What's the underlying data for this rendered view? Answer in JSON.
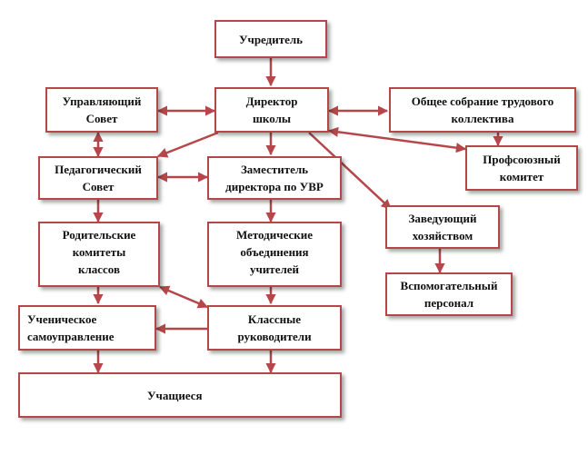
{
  "colors": {
    "border": "#b5474b",
    "arrow": "#b5474b",
    "background": "#ffffff"
  },
  "nodes": {
    "founder": "Учредитель",
    "director": "Директор\nшколы",
    "managing_council": "Управляющий\nСовет",
    "general_meeting": "Общее собрание трудового\nколлектива",
    "union_committee": "Профсоюзный\nкомитет",
    "pedagogical_council": "Педагогический\nСовет",
    "deputy_director": "Заместитель\nдиректора по УВР",
    "head_of_facilities": "Заведующий\nхозяйством",
    "parent_committees": "Родительские\nкомитеты\nклассов",
    "methodical_associations": "Методические\nобъединения\nучителей",
    "support_staff": "Вспомогательный\nперсонал",
    "student_government": "Ученическое\nсамоуправление",
    "class_teachers": "Классные\nруководители",
    "students": "Учащиеся"
  }
}
